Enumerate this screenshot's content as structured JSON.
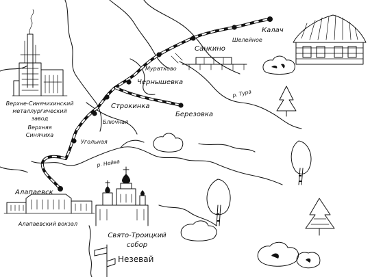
{
  "stations": {
    "kalach": "Калач",
    "shelejnoe": "Шелейное",
    "sankino": "Санкино",
    "muratkovo": "Муратково",
    "chernyshevka": "Чернышевка",
    "strokinka": "Строкинка",
    "berezovka": "Березовка",
    "blyuchnaya": "Блючная",
    "ugolnaya": "Угольная",
    "alapaevsk": "Алапаевск"
  },
  "rivers": {
    "tura": "р. Тура",
    "nejva": "р. Нейва"
  },
  "landmarks": {
    "zavod": [
      "Верхне-Синячихинский",
      "металлургический",
      "завод",
      "Верхняя",
      "Синячиха"
    ],
    "vokzal": "Алапаевский вокзал",
    "sobor": [
      "Свято-Троицкий",
      "собор"
    ],
    "nezevaj": "Незевай"
  }
}
